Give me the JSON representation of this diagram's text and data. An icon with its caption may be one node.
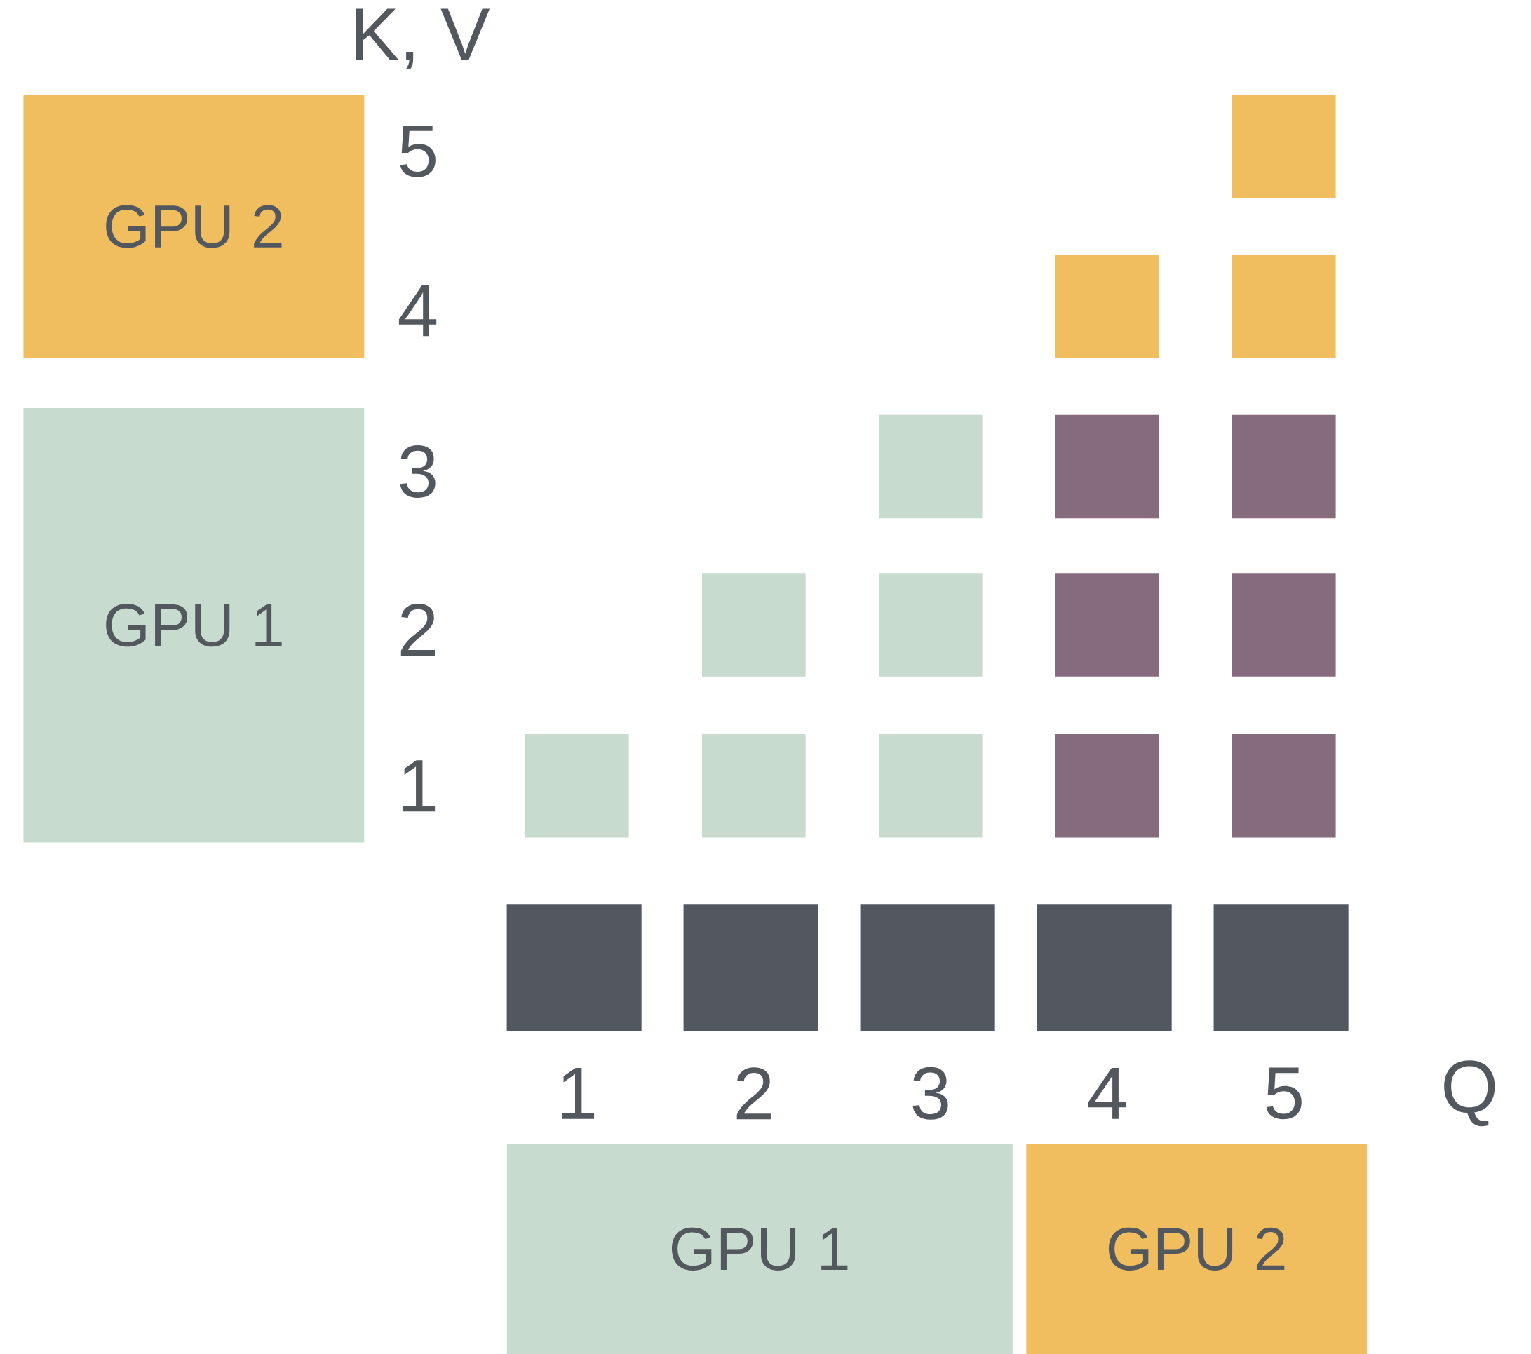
{
  "diagram": {
    "nodes": [
      {
        "text": [
          "GPU 2"
        ]
      },
      {
        "text": [],
        "shape": "box"
      },
      {
        "text": [],
        "shape": "box"
      },
      {
        "text": [],
        "shape": "box"
      },
      {
        "text": [
          "GPU 1"
        ]
      },
      {
        "text": [],
        "shape": "box"
      },
      {
        "text": [],
        "shape": "box"
      },
      {
        "text": [],
        "shape": "box"
      },
      {
        "text": [],
        "shape": "box"
      },
      {
        "text": [],
        "shape": "box"
      },
      {
        "text": [],
        "shape": "box"
      },
      {
        "text": [],
        "shape": "box"
      },
      {
        "text": [],
        "shape": "box"
      },
      {
        "text": [],
        "shape": "box"
      },
      {
        "text": [],
        "shape": "box"
      },
      {
        "text": [],
        "shape": "box"
      },
      {
        "text": [],
        "shape": "box"
      },
      {
        "text": [],
        "shape": "box"
      },
      {
        "text": [],
        "shape": "box"
      },
      {
        "text": [],
        "shape": "box"
      },
      {
        "text": [],
        "shape": "box"
      },
      {
        "text": [],
        "shape": "box"
      },
      {
        "text": [
          "GPU 1"
        ]
      },
      {
        "text": [
          "GPU 2"
        ]
      }
    ],
    "labels": [
      "K, V",
      "5",
      "4",
      "3",
      "2",
      "1",
      "1",
      "2",
      "3",
      "4",
      "5",
      "Q"
    ]
  }
}
